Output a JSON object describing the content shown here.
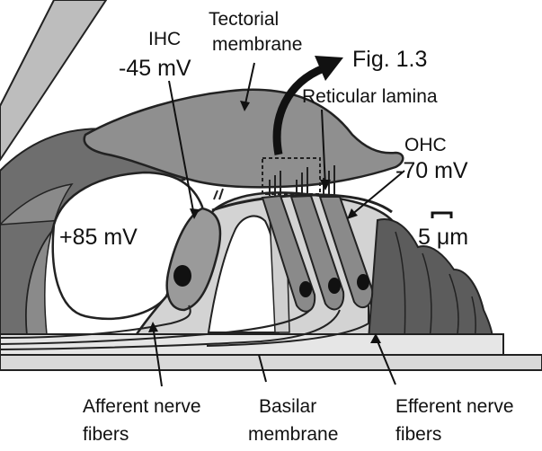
{
  "labels": {
    "tectorial_1": "Tectorial",
    "tectorial_2": "membrane",
    "ihc_name": "IHC",
    "ihc_voltage": "-45 mV",
    "figure_ref": "Fig. 1.3",
    "reticular_lamina": "Reticular lamina",
    "ohc_name": "OHC",
    "ohc_voltage": "-70 mV",
    "endolymph_voltage": "+85 mV",
    "scale_bar": "5 μm",
    "afferent_1": "Afferent nerve",
    "afferent_2": "fibers",
    "basilar_1": "Basilar",
    "basilar_2": "membrane",
    "efferent_1": "Efferent nerve",
    "efferent_2": "fibers"
  }
}
